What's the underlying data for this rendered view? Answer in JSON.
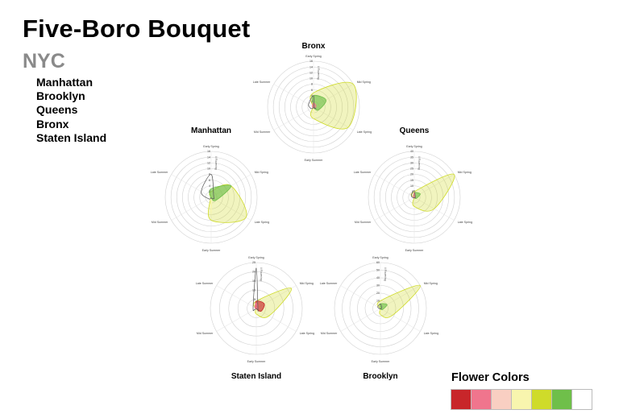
{
  "header": {
    "title": "Five-Boro Bouquet",
    "subtitle": "NYC",
    "boroughs": [
      "Manhattan",
      "Brooklyn",
      "Queens",
      "Bronx",
      "Staten Island"
    ]
  },
  "legend": {
    "title": "Flower Colors",
    "colors": [
      {
        "name": "red",
        "hex": "#c8262a"
      },
      {
        "name": "pink",
        "hex": "#f0758d"
      },
      {
        "name": "light-pink",
        "hex": "#f9cfc2"
      },
      {
        "name": "pale-yellow",
        "hex": "#f8f5ae"
      },
      {
        "name": "yellow-green",
        "hex": "#cfdb2a"
      },
      {
        "name": "green",
        "hex": "#6fbf4a"
      },
      {
        "name": "white",
        "hex": "#ffffff"
      }
    ]
  },
  "chart_data": [
    {
      "type": "radar",
      "title": "Bronx",
      "axes": [
        "Early Spring",
        "Mid Spring",
        "Late Spring",
        "Early Summer",
        "Mid Summer",
        "Late Summer"
      ],
      "radial_label": "# Flowering",
      "ticks": [
        "2",
        "4",
        "6",
        "8",
        "10",
        "12",
        "14",
        "16"
      ],
      "rmax": 16,
      "series": [
        {
          "color": "yellow-green",
          "values": [
            5,
            16,
            14,
            4,
            0,
            0
          ]
        },
        {
          "color": "green",
          "values": [
            4,
            5,
            2,
            0,
            0,
            0
          ]
        },
        {
          "color": "white",
          "values": [
            4,
            0,
            1,
            0,
            1,
            2
          ]
        },
        {
          "color": "pink",
          "values": [
            1.5,
            1,
            0.5,
            0,
            0,
            0.5
          ]
        },
        {
          "color": "pale-yellow",
          "values": [
            0,
            0,
            0,
            4,
            0,
            0
          ]
        }
      ]
    },
    {
      "type": "radar",
      "title": "Manhattan",
      "axes": [
        "Early Spring",
        "Mid Spring",
        "Late Spring",
        "Early Summer",
        "Mid Summer",
        "Late Summer"
      ],
      "radial_label": "# Flowering",
      "ticks": [
        "2",
        "4",
        "6",
        "8",
        "10",
        "12",
        "14",
        "16"
      ],
      "rmax": 16,
      "series": [
        {
          "color": "yellow-green",
          "values": [
            2,
            8,
            14,
            8,
            0,
            0
          ]
        },
        {
          "color": "green",
          "values": [
            3,
            8,
            2,
            0,
            0,
            0
          ]
        },
        {
          "color": "white",
          "values": [
            8,
            1,
            1,
            0,
            1,
            4
          ]
        },
        {
          "color": "pale-yellow",
          "values": [
            0,
            0,
            0,
            6,
            0,
            0
          ]
        }
      ]
    },
    {
      "type": "radar",
      "title": "Queens",
      "axes": [
        "Early Spring",
        "Mid Spring",
        "Late Spring",
        "Early Summer",
        "Mid Summer",
        "Late Summer"
      ],
      "radial_label": "# Flowering",
      "ticks": [
        "5",
        "10",
        "15",
        "20",
        "25",
        "30",
        "35",
        "40"
      ],
      "rmax": 40,
      "series": [
        {
          "color": "yellow-green",
          "values": [
            5,
            40,
            20,
            8,
            0,
            0
          ]
        },
        {
          "color": "green",
          "values": [
            4,
            6,
            2,
            0,
            0,
            0
          ]
        },
        {
          "color": "white",
          "values": [
            6,
            1,
            1,
            0,
            1,
            3
          ]
        },
        {
          "color": "pink",
          "values": [
            4,
            1,
            1,
            0,
            0,
            1
          ]
        }
      ]
    },
    {
      "type": "radar",
      "title": "Staten Island",
      "axes": [
        "Early Spring",
        "Mid Spring",
        "Late Spring",
        "Early Summer",
        "Mid Summer",
        "Late Summer"
      ],
      "radial_label": "# Flowering",
      "ticks": [
        "5",
        "10",
        "15",
        "20",
        "25"
      ],
      "rmax": 25,
      "series": [
        {
          "color": "yellow-green",
          "values": [
            4,
            22,
            8,
            3,
            0,
            0
          ]
        },
        {
          "color": "white",
          "values": [
            22,
            1,
            1,
            0,
            1,
            2
          ]
        },
        {
          "color": "red",
          "values": [
            4,
            5,
            3,
            0,
            0,
            0
          ]
        },
        {
          "color": "pink",
          "values": [
            3,
            1,
            1,
            0,
            0,
            1
          ]
        },
        {
          "color": "pale-yellow",
          "values": [
            0,
            0,
            0,
            3,
            0,
            0
          ]
        }
      ]
    },
    {
      "type": "radar",
      "title": "Brooklyn",
      "axes": [
        "Early Spring",
        "Mid Spring",
        "Late Spring",
        "Early Summer",
        "Mid Summer",
        "Late Summer"
      ],
      "radial_label": "# Flowering",
      "ticks": [
        "10",
        "20",
        "30",
        "40",
        "50",
        "60"
      ],
      "rmax": 60,
      "series": [
        {
          "color": "yellow-green",
          "values": [
            10,
            60,
            18,
            8,
            0,
            0
          ]
        },
        {
          "color": "green",
          "values": [
            6,
            10,
            3,
            0,
            0,
            0
          ]
        },
        {
          "color": "white",
          "values": [
            6,
            2,
            1,
            0,
            1,
            4
          ]
        },
        {
          "color": "pale-yellow",
          "values": [
            0,
            0,
            0,
            8,
            0,
            0
          ]
        }
      ]
    }
  ]
}
